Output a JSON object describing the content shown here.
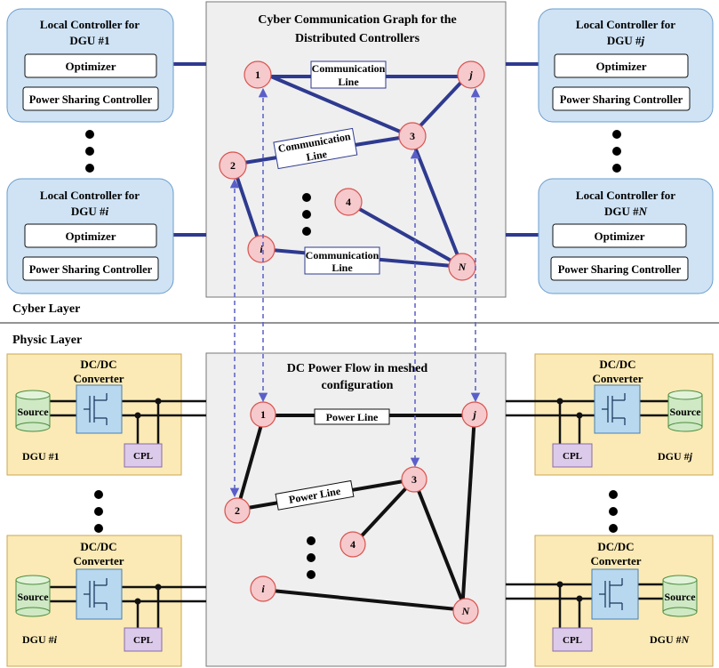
{
  "cyber": {
    "layer_label": "Cyber Layer",
    "graph_title_line1": "Cyber Communication Graph for the",
    "graph_title_line2": "Distributed Controllers",
    "controllers": [
      {
        "title_line1": "Local Controller  for",
        "title_prefix": "DGU #",
        "title_id": "1",
        "optimizer": "Optimizer",
        "psc": "Power Sharing Controller"
      },
      {
        "title_line1": "Local Controller  for",
        "title_prefix": "DGU #",
        "title_id": "i",
        "optimizer": "Optimizer",
        "psc": "Power Sharing Controller"
      },
      {
        "title_line1": "Local Controller  for",
        "title_prefix": "DGU #",
        "title_id": "j",
        "optimizer": "Optimizer",
        "psc": "Power Sharing Controller"
      },
      {
        "title_line1": "Local Controller  for",
        "title_prefix": "DGU #",
        "title_id": "N",
        "optimizer": "Optimizer",
        "psc": "Power Sharing Controller"
      }
    ],
    "comm_label_line1": "Communication",
    "comm_label_line2": "Line",
    "nodes": [
      "1",
      "j",
      "3",
      "2",
      "4",
      "i",
      "N"
    ]
  },
  "physic": {
    "layer_label": "Physic Layer",
    "graph_title_line1": "DC Power Flow in meshed",
    "graph_title_line2": "configuration",
    "power_line_label": "Power Line",
    "dgus": [
      {
        "converter_line1": "DC/DC",
        "converter_line2": "Converter",
        "source": "Source",
        "cpl": "CPL",
        "label_prefix": "DGU #",
        "label_id": "1"
      },
      {
        "converter_line1": "DC/DC",
        "converter_line2": "Converter",
        "source": "Source",
        "cpl": "CPL",
        "label_prefix": "DGU #",
        "label_id": "i"
      },
      {
        "converter_line1": "DC/DC",
        "converter_line2": "Converter",
        "source": "Source",
        "cpl": "CPL",
        "label_prefix": "DGU #",
        "label_id": "j"
      },
      {
        "converter_line1": "DC/DC",
        "converter_line2": "Converter",
        "source": "Source",
        "cpl": "CPL",
        "label_prefix": "DGU #",
        "label_id": "N"
      }
    ],
    "nodes": [
      "1",
      "j",
      "3",
      "2",
      "4",
      "i",
      "N"
    ]
  },
  "colors": {
    "cyber_line": "#2e3a8f",
    "power_line": "#111111",
    "controller_fill": "#cfe3f5",
    "dgu_fill": "#fbeab5",
    "node_fill": "#f6c9cc",
    "node_stroke": "#d9534f",
    "converter_fill": "#b8d8ef",
    "source_fill": "#cfe9c4",
    "cpl_fill": "#dccaea",
    "panel_fill": "#efefef"
  }
}
